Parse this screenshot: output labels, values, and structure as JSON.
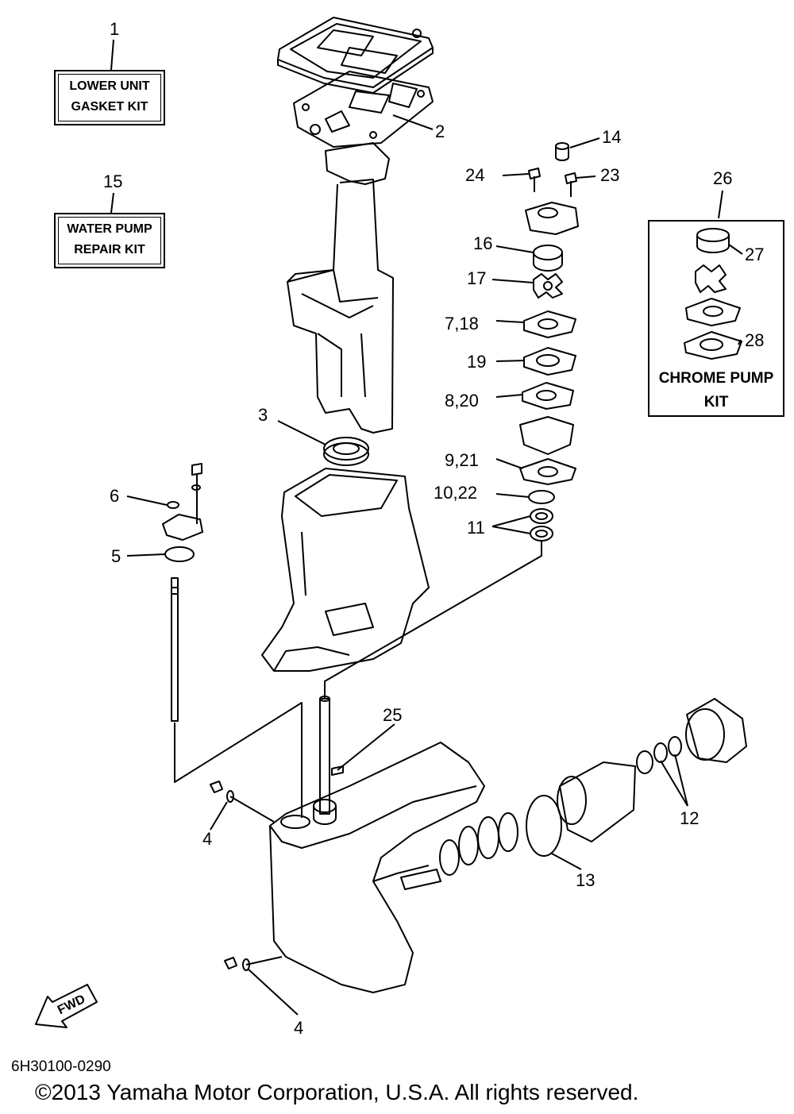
{
  "kits": {
    "lower_unit": {
      "line1": "LOWER UNIT",
      "line2": "GASKET KIT"
    },
    "water_pump": {
      "line1": "WATER PUMP",
      "line2": "REPAIR KIT"
    },
    "chrome_pump": {
      "line1": "CHROME PUMP",
      "line2": "KIT"
    }
  },
  "callouts": {
    "c1": "1",
    "c2": "2",
    "c3": "3",
    "c4a": "4",
    "c4b": "4",
    "c5": "5",
    "c6": "6",
    "c718": "7,18",
    "c820": "8,20",
    "c921": "9,21",
    "c1022": "10,22",
    "c11": "11",
    "c12": "12",
    "c13": "13",
    "c14": "14",
    "c15": "15",
    "c16": "16",
    "c17": "17",
    "c19": "19",
    "c23": "23",
    "c24": "24",
    "c25": "25",
    "c26": "26",
    "c27": "27",
    "c28": "28"
  },
  "fwd_label": "FWD",
  "footer": {
    "code": "6H30100-0290",
    "copyright": "©2013 Yamaha Motor Corporation, U.S.A. All rights reserved."
  }
}
